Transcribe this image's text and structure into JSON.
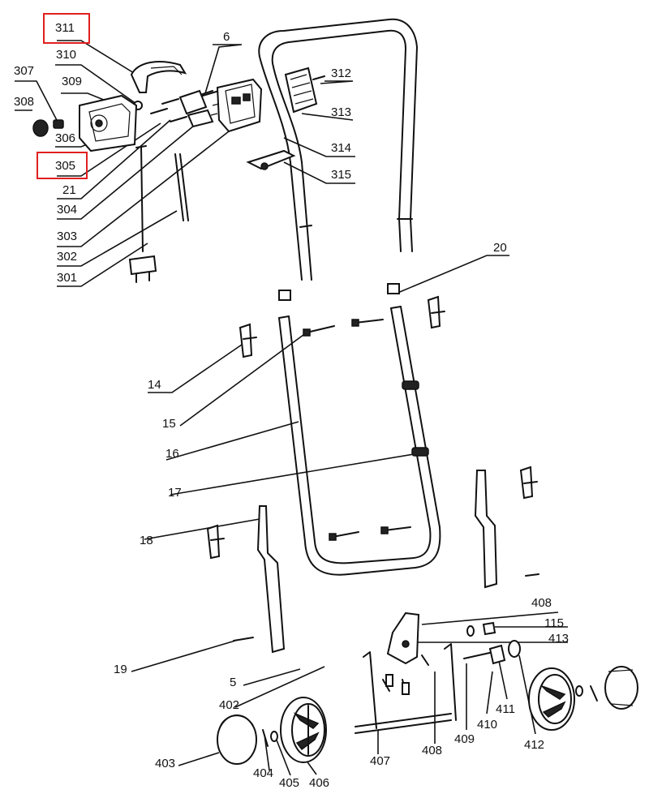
{
  "highlight_color": "#e02020",
  "highlighted_labels": [
    "311",
    "305"
  ],
  "labels": {
    "l311": "311",
    "l310": "310",
    "l307": "307",
    "l309": "309",
    "l308": "308",
    "l306": "306",
    "l305": "305",
    "l21": "21",
    "l304": "304",
    "l303": "303",
    "l302": "302",
    "l301": "301",
    "l6": "6",
    "l312": "312",
    "l313": "313",
    "l314": "314",
    "l315": "315",
    "l20": "20",
    "l14": "14",
    "l15": "15",
    "l16": "16",
    "l17": "17",
    "l18": "18",
    "l19": "19",
    "l5": "5",
    "l402": "402",
    "l403": "403",
    "l404": "404",
    "l405": "405",
    "l406": "406",
    "l407": "407",
    "l408a": "408",
    "l408b": "408",
    "l115": "115",
    "l413": "413",
    "l409": "409",
    "l410": "410",
    "l411": "411",
    "l412": "412"
  }
}
